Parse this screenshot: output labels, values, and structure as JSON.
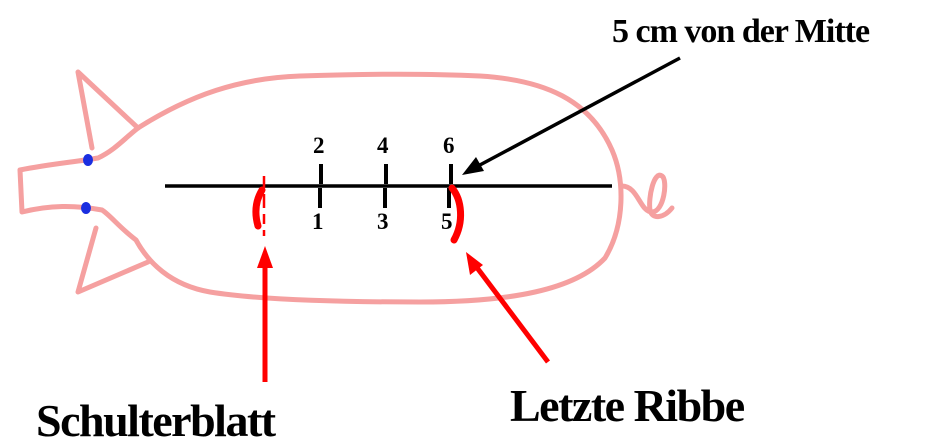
{
  "labels": {
    "top_right": "5 cm von der Mitte",
    "shoulder": "Schulterblatt",
    "last_rib": "Letzte Ribbe"
  },
  "measurement_points": {
    "above": [
      "2",
      "4",
      "6"
    ],
    "below": [
      "1",
      "3",
      "5"
    ]
  },
  "colors": {
    "pig_outline": "#f5a0a0",
    "eye": "#1a2ee0",
    "marker": "#ff0000",
    "line": "#000000"
  }
}
